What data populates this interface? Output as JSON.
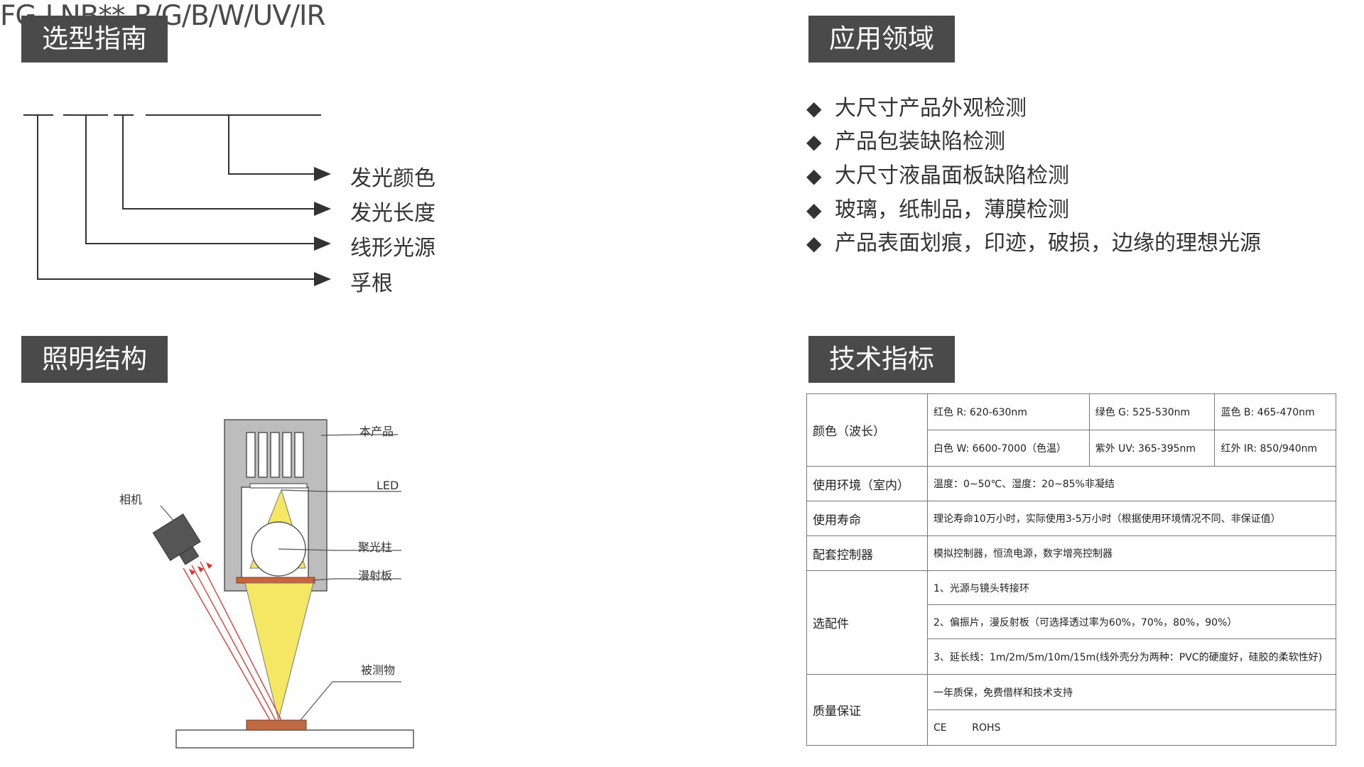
{
  "sections": {
    "selection": "选型指南",
    "application": "应用领域",
    "lighting": "照明结构",
    "tech": "技术指标"
  },
  "model": {
    "code": "FG-LNB**-R/G/B/W/UV/IR",
    "labels": [
      "发光颜色",
      "发光长度",
      "线形光源",
      "孚根"
    ]
  },
  "applications": [
    "大尺寸产品外观检测",
    "产品包装缺陷检测",
    "大尺寸液晶面板缺陷检测",
    "玻璃，纸制品，薄膜检测",
    "产品表面划痕，印迹，破损，边缘的理想光源"
  ],
  "diagram": {
    "product": "本产品",
    "led": "LED",
    "lens": "聚光柱",
    "diffuser": "漫射板",
    "camera": "相机",
    "object": "被测物",
    "colors": {
      "frame": "#b3b3b3",
      "light": "#f5e663",
      "diffuser": "#c9643c",
      "object": "#c06a44",
      "ray": "#e03030"
    }
  },
  "specs": {
    "color_label": "颜色（波长）",
    "color_r": "红色 R: 620-630nm",
    "color_g": "绿色 G: 525-530nm",
    "color_b": "蓝色 B: 465-470nm",
    "color_w": "白色 W: 6600-7000（色温）",
    "color_uv": "紫外 UV: 365-395nm",
    "color_ir": "红外 IR: 850/940nm",
    "env_label": "使用环境（室内）",
    "env_value": "温度：0~50℃、湿度：20~85%非凝结",
    "life_label": "使用寿命",
    "life_value": "理论寿命10万小时，实际使用3-5万小时（根据使用环境情况不同、非保证值）",
    "ctrl_label": "配套控制器",
    "ctrl_value": "模拟控制器，恒流电源，数字增亮控制器",
    "acc_label": "选配件",
    "acc_1": "1、光源与镜头转接环",
    "acc_2": "2、偏振片，漫反射板（可选择透过率为60%，70%，80%，90%）",
    "acc_3": "3、延长线：1m/2m/5m/10m/15m(线外壳分为两种：PVC的硬度好，硅胶的柔软性好)",
    "qa_label": "质量保证",
    "qa_1": "一年质保，免费借样和技术支持",
    "qa_2": "CE        ROHS"
  }
}
